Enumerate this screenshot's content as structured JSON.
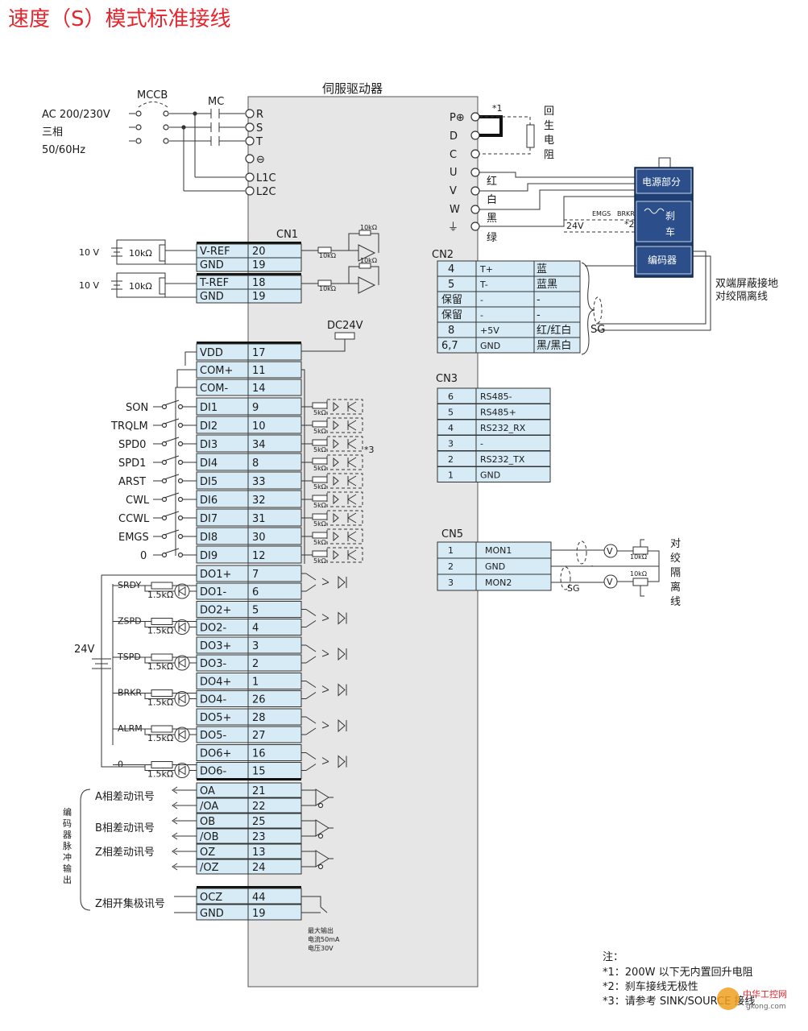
{
  "title": "速度（S）模式标准接线",
  "driver_label": "伺服驱动器",
  "power": {
    "supply_lines": [
      "AC 200/230V",
      "三相",
      "50/60Hz"
    ],
    "mccb": "MCCB",
    "mc": "MC",
    "terminals": [
      "R",
      "S",
      "T",
      "⊖",
      "L1C",
      "L2C"
    ]
  },
  "regen": {
    "terminals": [
      "P⊕",
      "D",
      "C"
    ],
    "note_mark": "*1",
    "label_chars": [
      "回",
      "生",
      "电",
      "阻"
    ]
  },
  "motor_out": {
    "terminals": [
      "U",
      "V",
      "W",
      "⏚"
    ],
    "colors": [
      "红",
      "白",
      "黑",
      "绿"
    ],
    "v24": "24V",
    "emgs": "EMGS",
    "brkr": "BRKR",
    "note_mark": "*2"
  },
  "motor": {
    "power_section": "电源部分",
    "brake_chars": [
      "刹",
      "车"
    ],
    "encoder_section": "编码器"
  },
  "shield_note": [
    "双端屏蔽接地",
    "对绞隔离线"
  ],
  "sg": "SG",
  "cn1": {
    "label": "CN1",
    "analog_supply": "10 V",
    "pot": "10kΩ",
    "res_10k": "10kΩ",
    "analog_rows": [
      {
        "name": "V-REF",
        "pin": "20"
      },
      {
        "name": "GND",
        "pin": "19"
      },
      {
        "name": "T-REF",
        "pin": "18"
      },
      {
        "name": "GND",
        "pin": "19"
      }
    ],
    "dc24v": "DC24V",
    "power_rows": [
      {
        "name": "VDD",
        "pin": "17"
      },
      {
        "name": "COM+",
        "pin": "11"
      },
      {
        "name": "COM-",
        "pin": "14"
      }
    ],
    "di_rows": [
      {
        "signal": "SON",
        "name": "DI1",
        "pin": "9"
      },
      {
        "signal": "TRQLM",
        "name": "DI2",
        "pin": "10"
      },
      {
        "signal": "SPD0",
        "name": "DI3",
        "pin": "34"
      },
      {
        "signal": "SPD1",
        "name": "DI4",
        "pin": "8"
      },
      {
        "signal": "ARST",
        "name": "DI5",
        "pin": "33"
      },
      {
        "signal": "CWL",
        "name": "DI6",
        "pin": "32"
      },
      {
        "signal": "CCWL",
        "name": "DI7",
        "pin": "31"
      },
      {
        "signal": "EMGS",
        "name": "DI8",
        "pin": "30"
      },
      {
        "signal": "0",
        "name": "DI9",
        "pin": "12"
      }
    ],
    "di_res": "5kΩ",
    "di_note": "*3",
    "do_groups": [
      {
        "signal": "SRDY",
        "plus": "DO1+",
        "plus_pin": "7",
        "minus": "DO1-",
        "minus_pin": "6"
      },
      {
        "signal": "ZSPD",
        "plus": "DO2+",
        "plus_pin": "5",
        "minus": "DO2-",
        "minus_pin": "4"
      },
      {
        "signal": "TSPD",
        "plus": "DO3+",
        "plus_pin": "3",
        "minus": "DO3-",
        "minus_pin": "2"
      },
      {
        "signal": "BRKR",
        "plus": "DO4+",
        "plus_pin": "1",
        "minus": "DO4-",
        "minus_pin": "26"
      },
      {
        "signal": "ALRM",
        "plus": "DO5+",
        "plus_pin": "28",
        "minus": "DO5-",
        "minus_pin": "27"
      },
      {
        "signal": "0",
        "plus": "DO6+",
        "plus_pin": "16",
        "minus": "DO6-",
        "minus_pin": "15"
      }
    ],
    "do_res": "1.5kΩ",
    "do_supply": "24V",
    "enc_rows": [
      {
        "name": "OA",
        "pin": "21"
      },
      {
        "name": "/OA",
        "pin": "22"
      },
      {
        "name": "OB",
        "pin": "25"
      },
      {
        "name": "/OB",
        "pin": "23"
      },
      {
        "name": "OZ",
        "pin": "13"
      },
      {
        "name": "/OZ",
        "pin": "24"
      }
    ],
    "enc_signals": [
      "A相差动讯号",
      "B相差动讯号",
      "Z相差动讯号"
    ],
    "enc_side_chars": [
      "编",
      "码",
      "器",
      "脉",
      "冲",
      "输",
      "出"
    ],
    "ocz_rows": [
      {
        "name": "OCZ",
        "pin": "44"
      },
      {
        "name": "GND",
        "pin": "19"
      }
    ],
    "ocz_signal": "Z相开集极讯号",
    "ocz_notes": [
      "最大输出",
      "电流50mA",
      "电压30V"
    ]
  },
  "cn2": {
    "label": "CN2",
    "rows": [
      {
        "pin": "4",
        "name": "T+",
        "color": "蓝"
      },
      {
        "pin": "5",
        "name": "T-",
        "color": "蓝黑"
      },
      {
        "pin": "保留",
        "name": "-",
        "color": "-"
      },
      {
        "pin": "保留",
        "name": "-",
        "color": "-"
      },
      {
        "pin": "8",
        "name": "+5V",
        "color": "红/红白"
      },
      {
        "pin": "6,7",
        "name": "GND",
        "color": "黑/黑白"
      }
    ]
  },
  "cn3": {
    "label": "CN3",
    "rows": [
      {
        "pin": "6",
        "name": "RS485-"
      },
      {
        "pin": "5",
        "name": "RS485+"
      },
      {
        "pin": "4",
        "name": "RS232_RX"
      },
      {
        "pin": "3",
        "name": "-"
      },
      {
        "pin": "2",
        "name": "RS232_TX"
      },
      {
        "pin": "1",
        "name": "GND"
      }
    ]
  },
  "cn5": {
    "label": "CN5",
    "rows": [
      {
        "pin": "1",
        "name": "MON1"
      },
      {
        "pin": "2",
        "name": "GND"
      },
      {
        "pin": "3",
        "name": "MON2"
      }
    ],
    "meter": "V",
    "res": "10kΩ",
    "side_chars": [
      "对",
      "绞",
      "隔",
      "离",
      "线"
    ],
    "sg": "SG"
  },
  "notes": {
    "head": "注：",
    "lines": [
      "*1：200W 以下无内置回升电阻",
      "*2：刹车接线无极性",
      "*3：请参考 SINK/SOURCE 接线"
    ]
  },
  "watermark": [
    "中华工控网",
    "gkong.com"
  ]
}
